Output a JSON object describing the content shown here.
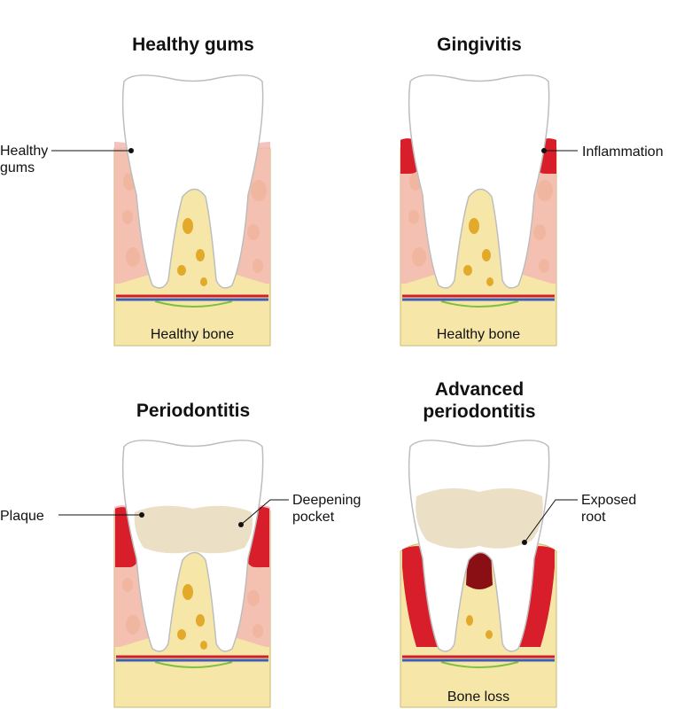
{
  "colors": {
    "bone": "#f6e7a8",
    "bone_edge": "#c9b873",
    "bone_spot": "#e2a92b",
    "gum_healthy": "#f3b9b4",
    "gum_inflamed": "#d81e2a",
    "tooth": "#ffffff",
    "tooth_edge": "#bdbdbd",
    "plaque": "#e9dcc0",
    "vessel_red": "#d21e2a",
    "vessel_blue": "#3f5fb5",
    "vessel_green": "#7fbf3f"
  },
  "panels": [
    {
      "title_lines": [
        "Healthy gums"
      ],
      "bottom_label": "Healthy bone",
      "callouts": [
        {
          "lines": [
            "Healthy",
            "gums"
          ]
        }
      ]
    },
    {
      "title_lines": [
        "Gingivitis"
      ],
      "bottom_label": "Healthy bone",
      "callouts": [
        {
          "lines": [
            "Inflammation"
          ]
        }
      ]
    },
    {
      "title_lines": [
        "Periodontitis"
      ],
      "bottom_label": "",
      "callouts": [
        {
          "lines": [
            "Plaque"
          ]
        },
        {
          "lines": [
            "Deepening",
            "pocket"
          ]
        }
      ]
    },
    {
      "title_lines": [
        "Advanced",
        "periodontitis"
      ],
      "bottom_label": "Bone loss",
      "callouts": [
        {
          "lines": [
            "Exposed",
            "root"
          ]
        }
      ]
    }
  ]
}
